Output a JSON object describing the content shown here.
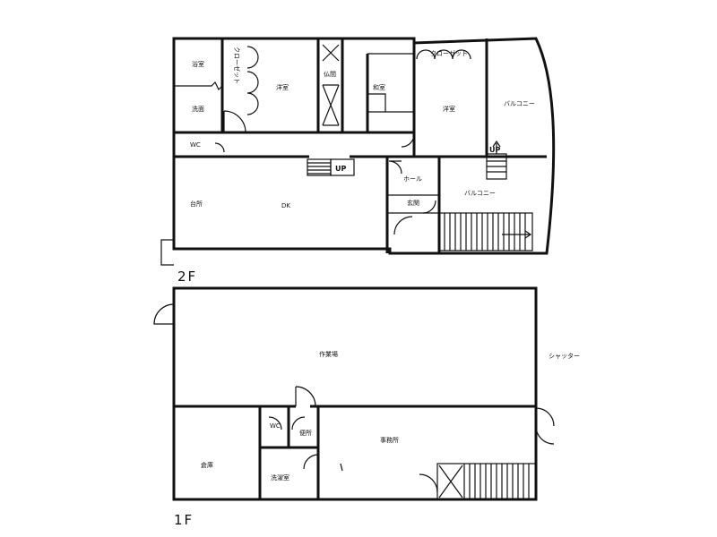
{
  "floors": {
    "second": {
      "label": "2F",
      "rooms": {
        "bath": "浴室",
        "washroom": "洗面",
        "wc": "WC",
        "closet_left": "クローゼット",
        "western_left": "洋室",
        "altar": "仏間",
        "japanese": "和室",
        "closet_right": "クローゼット",
        "western_right": "洋室",
        "balcony_right": "バルコニー",
        "kitchen": "台所",
        "dk": "DK",
        "hall": "ホール",
        "entrance": "玄関",
        "balcony_center": "バルコニー"
      },
      "up_left": "UP",
      "up_right": "UP"
    },
    "first": {
      "label": "1F",
      "rooms": {
        "workshop": "作業場",
        "shutter": "シャッター",
        "wc": "WC",
        "toilet": "便所",
        "warehouse": "倉庫",
        "storage": "洗濯室",
        "office": "事務所"
      }
    }
  }
}
